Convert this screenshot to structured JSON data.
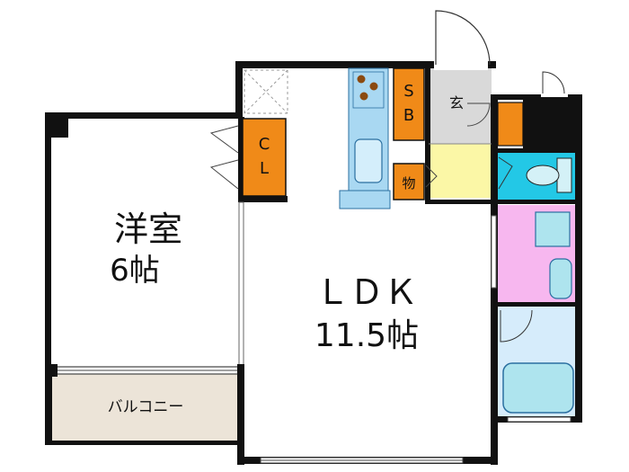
{
  "rooms": {
    "western": {
      "name": "洋室",
      "size": "6帖"
    },
    "ldk": {
      "name": "ＬＤＫ",
      "size": "11.5帖"
    },
    "balcony": {
      "name": "バルコニー"
    }
  },
  "storage": {
    "closet": {
      "line1": "C",
      "line2": "L"
    },
    "shoe_box": {
      "line1": "S",
      "line2": "B"
    },
    "storeroom": {
      "label": "物"
    },
    "entrance": {
      "label": "玄"
    }
  },
  "colors": {
    "wall": "#111111",
    "storage": "#f08a18",
    "kitchen": "#a9d8f2",
    "entrance_floor": "#d9d9d9",
    "hall": "#fbf7a6",
    "toilet": "#23c8e6",
    "washroom": "#f7b7ef",
    "bathroom": "#d6ecfb",
    "balcony": "#ece4d8"
  }
}
